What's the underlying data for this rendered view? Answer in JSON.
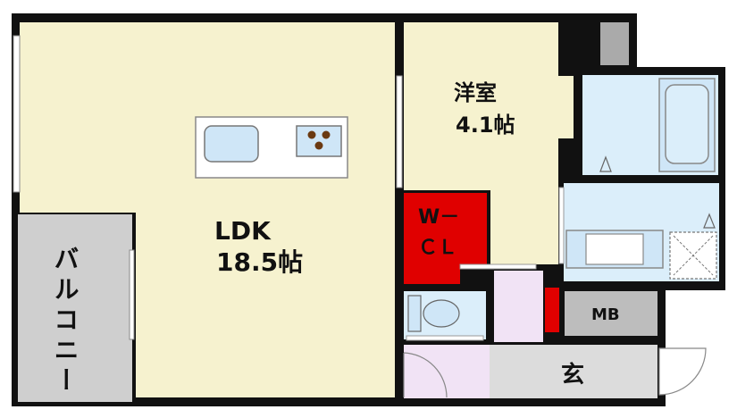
{
  "rooms": {
    "ldk": {
      "name": "LDK",
      "size": "18.5帖"
    },
    "western": {
      "name": "洋室",
      "size": "4.1帖"
    },
    "wcl_line1": "W－",
    "wcl_line2": "ＣＬ",
    "balcony": "バルコニー",
    "mb": "MB",
    "entrance": "玄"
  },
  "colors": {
    "wall": "#111111",
    "room_floor": "#f6f2cf",
    "wet_area": "#dbeefa",
    "closet": "#e00000",
    "balcony": "#cfcfcf",
    "hall": "#f1e3f5",
    "entrance": "#dcdcdc",
    "fixture_blue": "#cfe6f7"
  }
}
